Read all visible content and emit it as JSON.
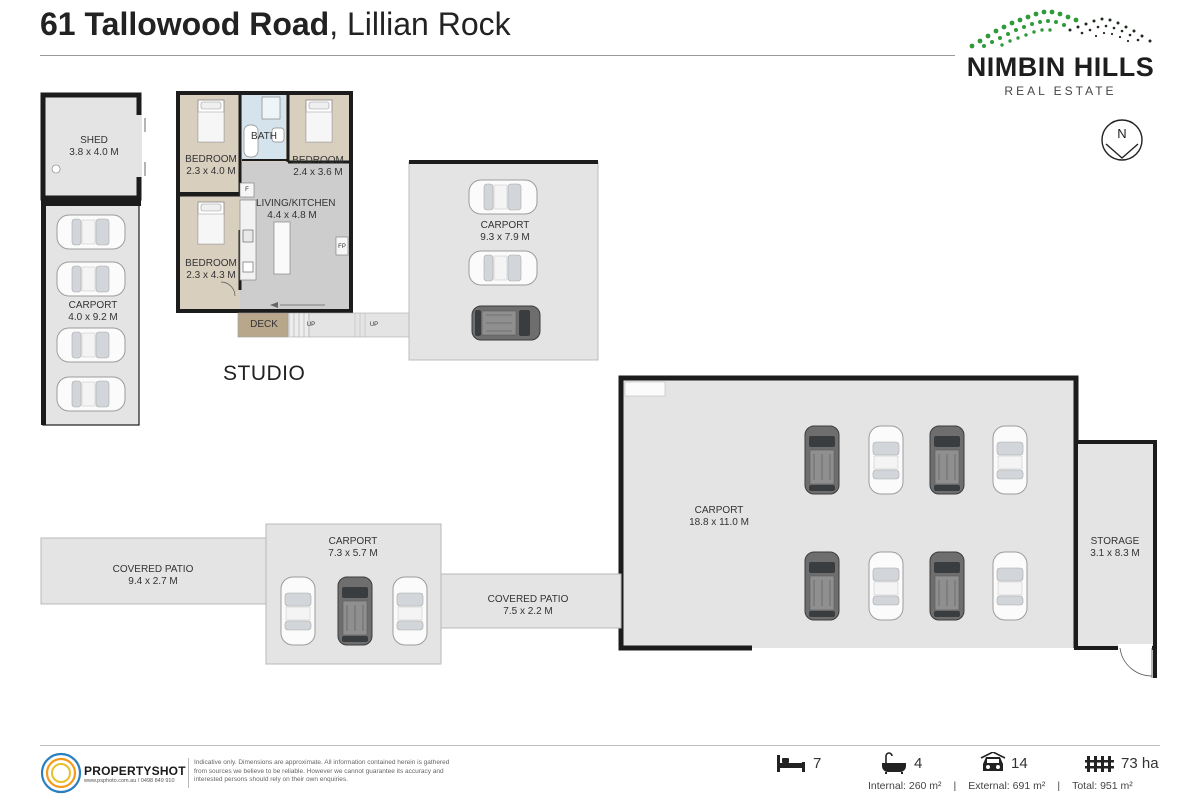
{
  "header": {
    "street": "61 Tallowood Road",
    "separator": ", ",
    "suburb": "Lillian Rock"
  },
  "logo": {
    "name": "NIMBIN HILLS",
    "subtitle": "REAL ESTATE",
    "icon": "hills-dots-icon"
  },
  "compass": {
    "letter": "N",
    "icon": "north-arrow-icon"
  },
  "rooms": {
    "shed": {
      "name": "SHED",
      "dims": "3.8 x 4.0 M"
    },
    "carport_west": {
      "name": "CARPORT",
      "dims": "4.0 x 9.2 M"
    },
    "bedroom_1": {
      "name": "BEDROOM",
      "dims": "2.3 x 4.0 M"
    },
    "bath": {
      "name": "BATH"
    },
    "bedroom_2": {
      "name": "BEDROOM",
      "dims": "2.4 x 3.6 M"
    },
    "living": {
      "name": "LIVING/KITCHEN",
      "dims": "4.4 x 4.8 M"
    },
    "bedroom_3": {
      "name": "BEDROOM",
      "dims": "2.3 x 4.3 M"
    },
    "deck": {
      "name": "DECK"
    },
    "carport_north": {
      "name": "CARPORT",
      "dims": "9.3 x 7.9 M"
    },
    "carport_main": {
      "name": "CARPORT",
      "dims": "18.8 x 11.0 M"
    },
    "storage": {
      "name": "STORAGE",
      "dims": "3.1 x 8.3 M"
    },
    "covered_patio_west": {
      "name": "COVERED PATIO",
      "dims": "9.4 x 2.7 M"
    },
    "carport_south": {
      "name": "CARPORT",
      "dims": "7.3 x 5.7 M"
    },
    "covered_patio_east": {
      "name": "COVERED PATIO",
      "dims": "7.5 x 2.2 M"
    }
  },
  "marks": {
    "fridge": "F",
    "fireplace": "FP",
    "stairs_up": "UP"
  },
  "studio_label": "STUDIO",
  "footer": {
    "brand": "PROPERTYSHOT",
    "contact": "www.psphoto.com.au / 0498 849 910",
    "disclaimer": "Indicative only. Dimensions are approximate. All information contained herein is gathered from sources we believe to be reliable. However we cannot guarantee its accuracy and interested persons should rely on their own enquiries.",
    "stats": [
      {
        "icon": "bed-icon",
        "value": "7"
      },
      {
        "icon": "bath-icon",
        "value": "4"
      },
      {
        "icon": "car-icon",
        "value": "14"
      },
      {
        "icon": "fence-icon",
        "value": "73 ha"
      }
    ],
    "areas": {
      "internal": "Internal: 260 m²",
      "external": "External: 691 m²",
      "total": "Total: 951 m²",
      "separator": "|"
    }
  },
  "colors": {
    "wall": "#1c1c1c",
    "concrete": "#e4e4e4",
    "timber_floor": "#d9cfbf",
    "tile": "#d4e3ec",
    "deck": "#b9a78c",
    "logo_green": "#2e9a3a"
  }
}
